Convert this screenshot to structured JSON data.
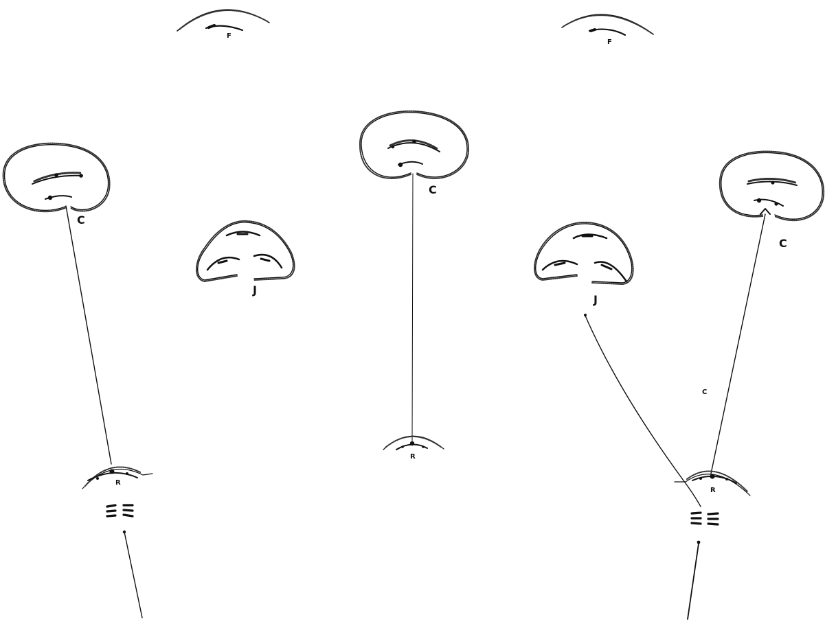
{
  "labels": {
    "f_left": "F",
    "f_right": "F",
    "c_left": "C",
    "c_center": "C",
    "c_right": "C",
    "c_small": "C",
    "j_left": "J",
    "j_right": "J",
    "r_left": "R",
    "r_center": "R",
    "r_right": "R"
  },
  "colors": {
    "ink": "#111111",
    "paper": "#ffffff"
  }
}
